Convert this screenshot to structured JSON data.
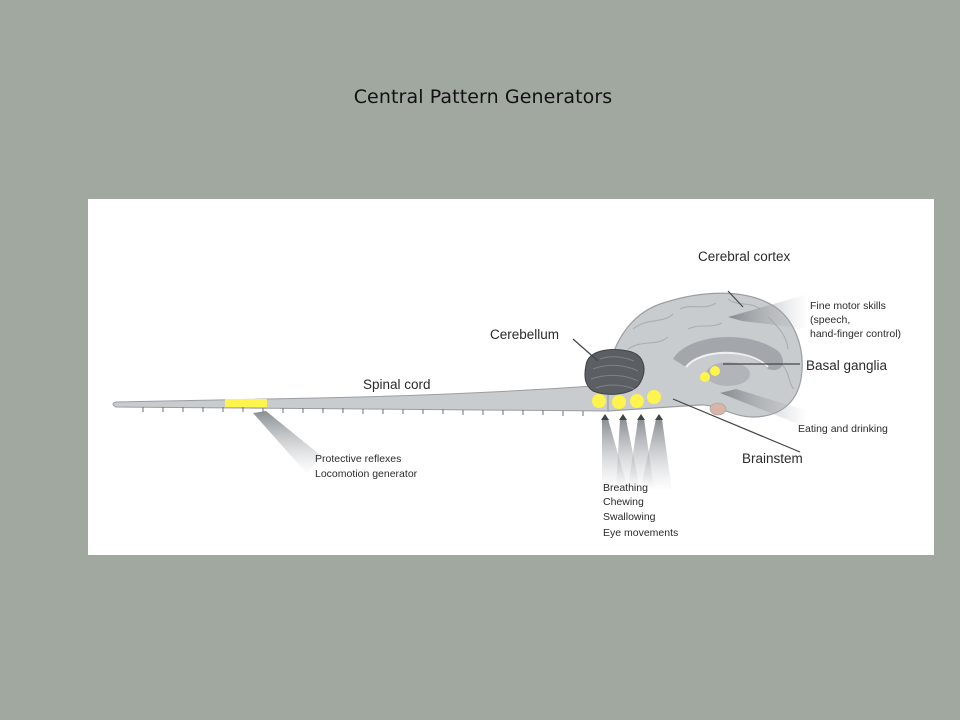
{
  "slide": {
    "title": "Central Pattern Generators"
  },
  "figure": {
    "labels": {
      "cerebral_cortex": "Cerebral cortex",
      "cerebellum": "Cerebellum",
      "spinal_cord": "Spinal cord",
      "basal_ganglia": "Basal ganglia",
      "brainstem": "Brainstem",
      "fine_motor": [
        "Fine motor skills",
        "(speech,",
        "hand-finger control)"
      ],
      "eating": "Eating and drinking",
      "spinal_functions": [
        "Protective reflexes",
        "Locomotion generator"
      ],
      "brainstem_functions": [
        "Breathing",
        "Chewing",
        "Swallowing",
        "Eye movements"
      ]
    },
    "colors": {
      "tissue": "#c9ccce",
      "tissue_dark": "#9a9ea3",
      "cerebellum": "#5b5f64",
      "cpg_highlight": "#fff34d",
      "arrow": "#555a5f",
      "arrow_fade": "#c7c9cb"
    }
  }
}
